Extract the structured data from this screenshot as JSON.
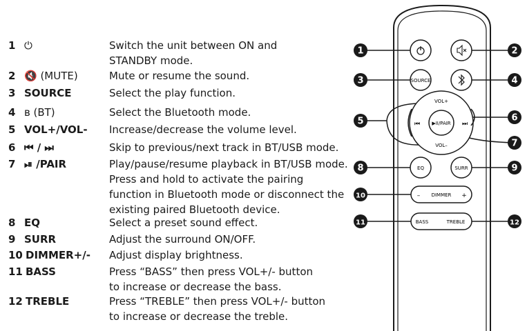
{
  "functions": [
    {
      "num": "1",
      "label": "⏻",
      "desc": [
        "Switch the unit between ON and",
        "STANDBY mode."
      ]
    },
    {
      "num": "2",
      "label": "🔇 (MUTE)",
      "desc": [
        "Mute or resume the sound."
      ]
    },
    {
      "num": "3",
      "label": "SOURCE",
      "desc": [
        "Select the play function."
      ]
    },
    {
      "num": "4",
      "label": "ʙ (BT)",
      "desc": [
        "Select the Bluetooth mode."
      ]
    },
    {
      "num": "5",
      "label": "VOL+/VOL-",
      "desc": [
        "Increase/decrease the volume level."
      ]
    },
    {
      "num": "6",
      "label": "⏮ / ⏭",
      "desc": [
        "Skip to previous/next track in BT/USB mode."
      ]
    },
    {
      "num": "7",
      "label": "⏯ /PAIR",
      "desc": [
        "Play/pause/resume playback in BT/USB mode.",
        "Press and hold to activate the pairing",
        "function in Bluetooth mode or disconnect the",
        "existing paired Bluetooth device."
      ]
    },
    {
      "num": "8",
      "label": "EQ",
      "desc": [
        "Select a preset sound effect."
      ]
    },
    {
      "num": "9",
      "label": "SURR",
      "desc": [
        "Adjust the surround ON/OFF."
      ]
    },
    {
      "num": "10",
      "label": "DIMMER+/-",
      "desc": [
        "Adjust display brightness."
      ]
    },
    {
      "num": "11",
      "label": "BASS",
      "desc": [
        "Press “BASS” then press VOL+/- button",
        "to increase or decrease the bass."
      ]
    },
    {
      "num": "12",
      "label": "TREBLE",
      "desc": [
        "Press “TREBLE” then press VOL+/- button",
        "to increase or decrease the treble."
      ]
    }
  ],
  "remote": {
    "source": "SOURCE",
    "vol_plus": "VOL+",
    "vol_minus": "VOL–",
    "play_pair": "▶II/PAIR",
    "eq": "EQ",
    "surr": "SURR",
    "dimmer": "DIMMER",
    "dimmer_minus": "–",
    "dimmer_plus": "+",
    "bass": "BASS",
    "treble": "TREBLE",
    "callouts": [
      "1",
      "2",
      "3",
      "4",
      "5",
      "6",
      "7",
      "8",
      "9",
      "10",
      "11",
      "12"
    ]
  }
}
